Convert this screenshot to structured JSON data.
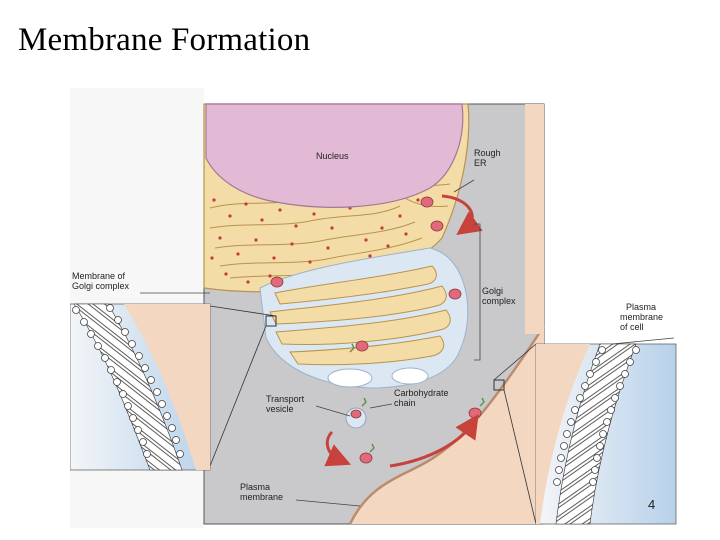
{
  "slide": {
    "title": "Membrane Formation",
    "page_number": "4"
  },
  "labels": {
    "nucleus": "Nucleus",
    "rough_er": [
      "Rough",
      "ER"
    ],
    "golgi_complex": [
      "Golgi",
      "complex"
    ],
    "membrane_of_golgi": [
      "Membrane of",
      "Golgi complex"
    ],
    "plasma_membrane_of_cell": [
      "Plasma",
      "membrane",
      "of cell"
    ],
    "transport_vesicle": [
      "Transport",
      "vesicle"
    ],
    "carbohydrate_chain": [
      "Carbohydrate",
      "chain"
    ],
    "plasma_membrane": [
      "Plasma",
      "membrane"
    ]
  },
  "colors": {
    "cytoplasm": "#c9c9cc",
    "nucleus": "#e2bad6",
    "er": "#f3dca6",
    "er_outline": "#b8944e",
    "ribosome": "#c43a3a",
    "golgi_blue": "#dbe8f4",
    "extracellular": "#f4d7c1",
    "protein": "#e06a7a",
    "arrow": "#c8423c"
  }
}
